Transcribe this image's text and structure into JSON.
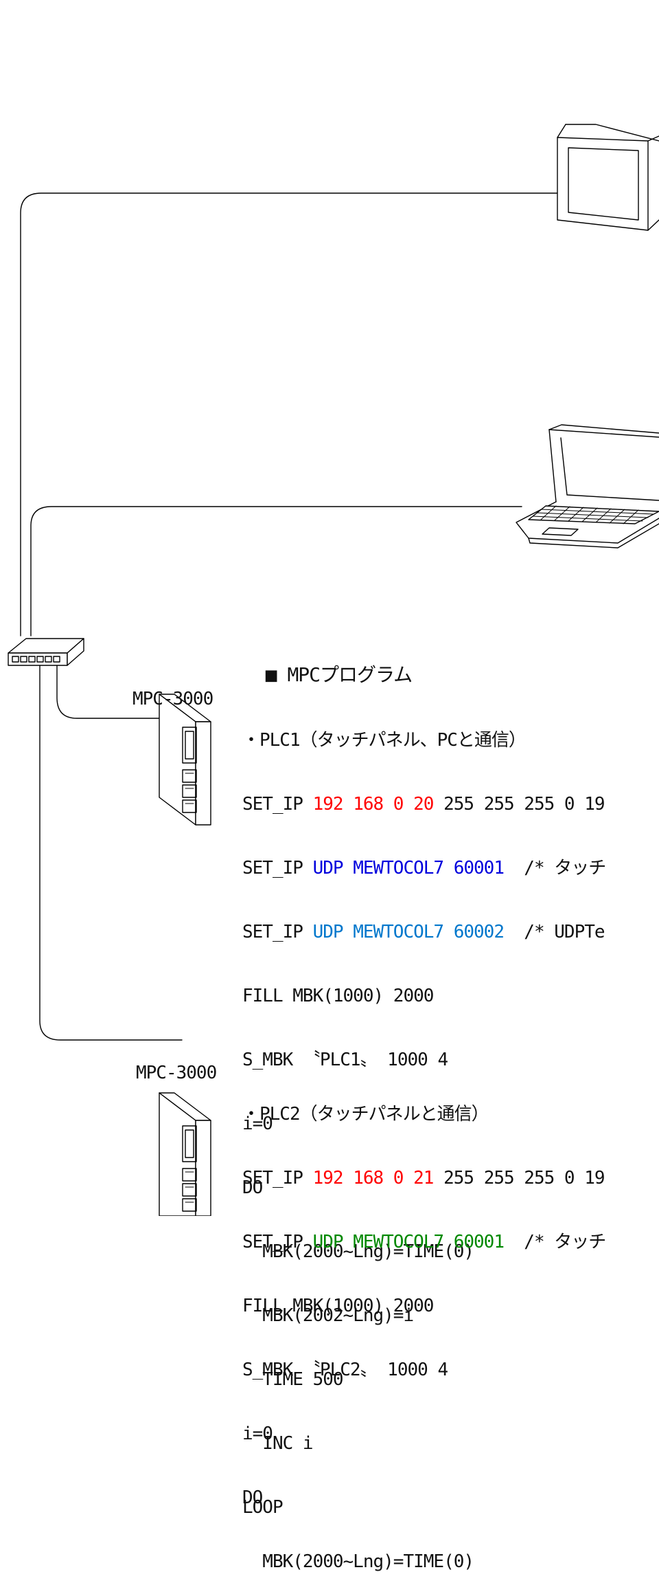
{
  "heading": {
    "bullet": "■",
    "title": "MPCプログラム"
  },
  "devices": {
    "mpc1_label": "MPC-3000",
    "mpc2_label": "MPC-3000"
  },
  "program1": {
    "caption": "・PLC1（タッチパネル、PCと通信）",
    "set_ip_line": {
      "cmd": "SET_IP ",
      "ip": "192 168 0 20",
      "rest": " 255 255 255 0 19"
    },
    "udp_line_1": {
      "cmd": "SET_IP ",
      "args": "UDP MEWTOCOL7 60001",
      "comment": "  /* タッチ"
    },
    "udp_line_2": {
      "cmd": "SET_IP ",
      "args": "UDP MEWTOCOL7 60002",
      "comment": "  /* UDPTe"
    },
    "body": [
      "FILL MBK(1000) 2000",
      "S_MBK 〝PLC1〟 1000 4",
      "i=0",
      "DO",
      "  MBK(2000~Lng)=TIME(0)",
      "  MBK(2002~Lng)=i",
      "  TIME 500",
      "  INC i",
      "LOOP"
    ]
  },
  "program2": {
    "caption": "・PLC2（タッチパネルと通信）",
    "set_ip_line": {
      "cmd": "SET_IP ",
      "ip": "192 168 0 21",
      "rest": " 255 255 255 0 19"
    },
    "udp_line_1": {
      "cmd": "SET_IP ",
      "args": "UDP MEWTOCOL7 60001",
      "comment": "  /* タッチ"
    },
    "body": [
      "FILL MBK(1000) 2000",
      "S_MBK 〝PLC2〟 1000 4",
      "i=0",
      "DO",
      "  MBK(2000~Lng)=TIME(0)"
    ]
  },
  "colors": {
    "ip": "#ff0000",
    "udp_1": "#0000dd",
    "udp_2": "#0077cc",
    "udp_plc2": "#008800"
  },
  "icons": [
    "touch-panel-icon",
    "laptop-icon",
    "network-switch-icon",
    "mpc-controller-icon"
  ]
}
